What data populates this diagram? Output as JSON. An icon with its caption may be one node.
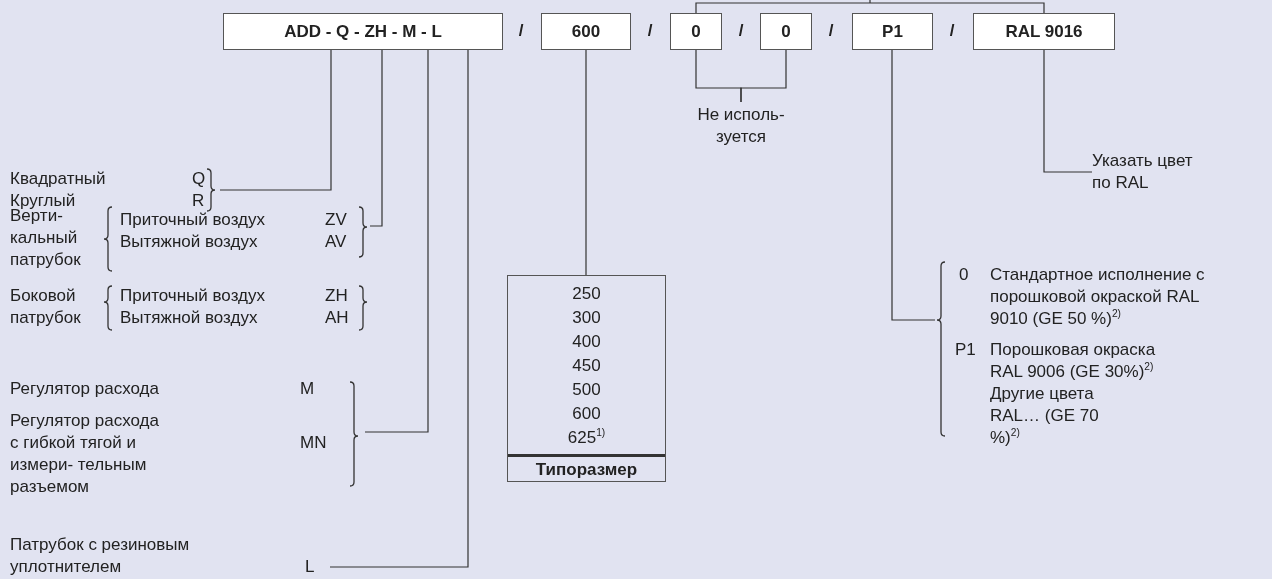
{
  "diagram": {
    "nodes": [
      {
        "text": [
          "ADD - Q - ZH - M - L"
        ]
      },
      {
        "text": [
          "600"
        ]
      },
      {
        "text": [
          "0"
        ]
      },
      {
        "text": [
          "0"
        ]
      },
      {
        "text": [
          "P1"
        ]
      },
      {
        "text": [
          "RAL 9016"
        ]
      },
      {
        "text": [
          "Квадратный",
          "Q",
          "Круглый",
          "R"
        ]
      },
      {
        "text": [
          "Верти- кальный патрубок",
          "Приточный воздух",
          "ZV",
          "Вытяжной воздух",
          "AV"
        ]
      },
      {
        "text": [
          "Боковой патрубок",
          "Приточный воздух",
          "ZH",
          "Вытяжной воздух",
          "AH"
        ]
      },
      {
        "text": [
          "Регулятор расхода",
          "M",
          "Регулятор расхода с гибкой тягой и измери- тельным разъемом",
          "MN"
        ]
      },
      {
        "text": [
          "Патрубок с резиновым уплотнителем",
          "L"
        ]
      },
      {
        "text": [
          "250",
          "300",
          "400",
          "450",
          "500",
          "600",
          "625$^{1)}$",
          "Типоразмер"
        ]
      },
      {
        "text": [
          "Не исполь- зуется"
        ]
      },
      {
        "text": [
          "Указать цвет по RAL"
        ]
      },
      {
        "text": [
          "0",
          "Стандартное исполнение с порошковой окраской RAL 9010 (GE 50 %)$^{2)}$",
          "P1",
          "Порошковая окраска RAL 9006 (GE 30%)$^{2)}$",
          "Другие цвета RAL… (GE 70 %)$^{2)}$"
        ]
      }
    ],
    "edges": [
      {
        "from": 2,
        "to": 5,
        "arrow": "none"
      },
      {
        "from": 0,
        "to": 6,
        "arrow": "none"
      },
      {
        "from": 0,
        "to": 7,
        "arrow": "none"
      },
      {
        "from": 0,
        "to": 9,
        "arrow": "none"
      },
      {
        "from": 0,
        "to": 10,
        "arrow": "none"
      },
      {
        "from": 1,
        "to": 11,
        "arrow": "none"
      },
      {
        "from": 2,
        "to": 12,
        "arrow": "none"
      },
      {
        "from": 3,
        "to": 12,
        "arrow": "none"
      },
      {
        "from": 5,
        "to": 13,
        "arrow": "none"
      },
      {
        "from": 4,
        "to": 14,
        "arrow": "none"
      }
    ],
    "labels": [
      "/",
      "/",
      "/",
      "/",
      "/"
    ]
  }
}
